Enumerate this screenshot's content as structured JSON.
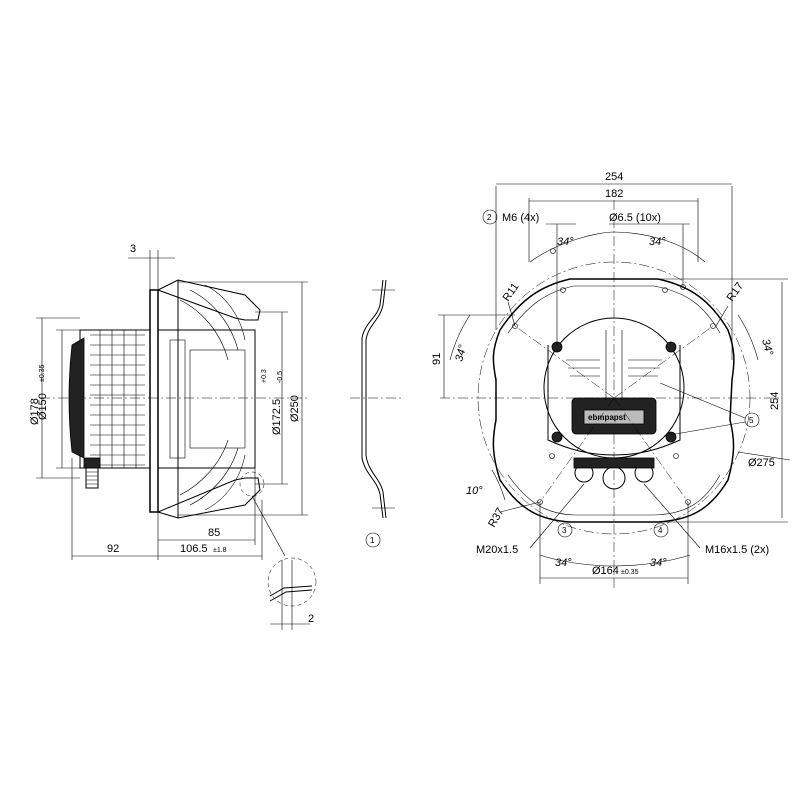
{
  "side_view": {
    "dim_3": "3",
    "dim_178": "Ø178",
    "dim_150": "Ø150",
    "dim_150_tol": "±0.35",
    "dim_172_5": "Ø172.5",
    "dim_172_5_tol_plus": "+0.3",
    "dim_172_5_tol_minus": "-0.5",
    "dim_250": "Ø250",
    "dim_85": "85",
    "dim_92": "92",
    "dim_106_5": "106.5",
    "dim_106_5_tol": "±1.8",
    "dim_2": "2"
  },
  "callouts": {
    "c1": "1",
    "c2": "2",
    "c3": "3",
    "c4": "4",
    "c5": "5"
  },
  "front_view": {
    "dim_254_w": "254",
    "dim_182": "182",
    "m6_label": "M6 (4x)",
    "hole_label": "Ø6.5 (10x)",
    "ang_34_a": "34°",
    "ang_34_b": "34°",
    "ang_34_c": "34°",
    "ang_34_d": "34°",
    "ang_34_e": "34°",
    "ang_34_f": "34°",
    "r11": "R11",
    "r17": "R17",
    "dim_91": "91",
    "dim_254_h": "254",
    "dim_275": "Ø275",
    "ang_10": "10°",
    "r37": "R37",
    "m20": "M20x1.5",
    "m16": "M16x1.5 (2x)",
    "dim_164": "Ø164",
    "dim_164_tol": "±0.35",
    "brand": "ebmpapst"
  }
}
